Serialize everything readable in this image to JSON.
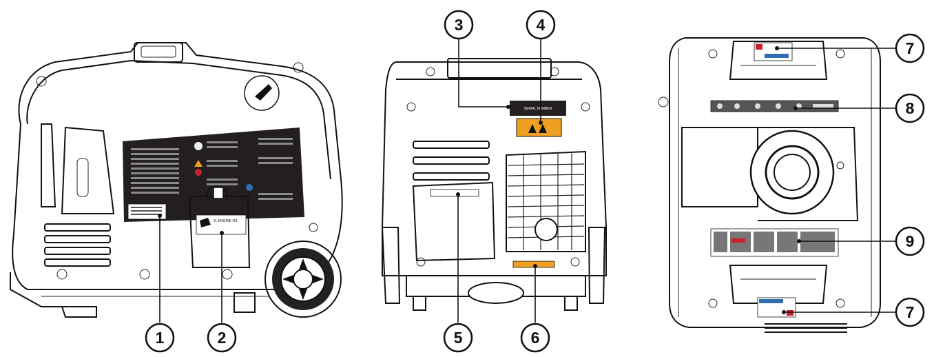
{
  "callouts": [
    {
      "id": "1",
      "label": "1"
    },
    {
      "id": "2",
      "label": "2"
    },
    {
      "id": "3",
      "label": "3"
    },
    {
      "id": "4",
      "label": "4"
    },
    {
      "id": "5",
      "label": "5"
    },
    {
      "id": "6",
      "label": "6"
    },
    {
      "id": "7a",
      "label": "7"
    },
    {
      "id": "8",
      "label": "8"
    },
    {
      "id": "9",
      "label": "9"
    },
    {
      "id": "7b",
      "label": "7"
    }
  ],
  "labels": {
    "serial_number": "SERIAL NUMBER",
    "oil_cap": "2L ENGINE OIL"
  },
  "colors": {
    "outline": "#111111",
    "label_dark": "#231f20",
    "warning_orange": "#f0a020",
    "info_blue": "#2f6fb0",
    "danger_red": "#c8202a"
  }
}
